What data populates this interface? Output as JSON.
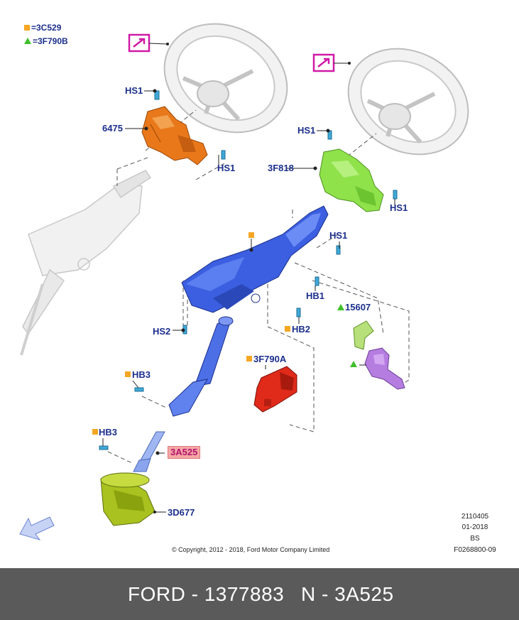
{
  "legend": {
    "items": [
      {
        "marker": "square",
        "color": "#f5a623",
        "text": "=3C529"
      },
      {
        "marker": "triangle",
        "color": "#3fbf2a",
        "text": "=3F790B"
      }
    ]
  },
  "callouts": {
    "hs1_a": "HS1",
    "p6475": "6475",
    "hs1_b": "HS1",
    "hs1_c": "HS1",
    "p3f818": "3F818",
    "hs1_d": "HS1",
    "hs1_e": "HS1",
    "hb1": "HB1",
    "hs2": "HS2",
    "hb2": "HB2",
    "p15607": "15607",
    "hb3_a": "HB3",
    "p3f790a": "3F790A",
    "hb3_b": "HB3",
    "p3a525": "3A525",
    "p3d677": "3D677"
  },
  "meta": {
    "line1": "2110405",
    "line2": "01-2018",
    "line3": "BS",
    "line4": "F0268800-09"
  },
  "copyright": "© Copyright, 2012 - 2018, Ford Motor Company Limited",
  "footer": {
    "left": "FORD - 1377883",
    "right": "N - 3A525"
  },
  "colors": {
    "marker_square": "#f5a623",
    "marker_triangle": "#3fbf2a",
    "label": "#1c2f8c",
    "highlight": "#f4a6a6",
    "clockspring": "#e8781a",
    "sensor_green": "#8fe24a",
    "column_blue": "#3b5fe0",
    "module_red": "#e02a1a",
    "switch_purple": "#b57de0",
    "boot_olive": "#a9c21f",
    "icon_magenta": "#d01aa6",
    "footer_bg": "#5a5a5a"
  }
}
